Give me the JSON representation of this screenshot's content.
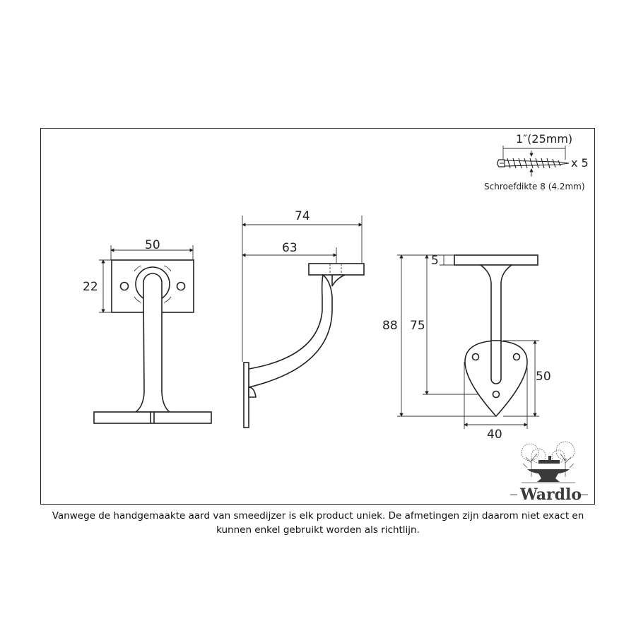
{
  "screw": {
    "length_label": "1″(25mm)",
    "quantity_label": "x 5",
    "gauge_label": "Schroefdikte 8 (4.2mm)"
  },
  "front_view": {
    "width_label": "50",
    "plate_height_label": "22"
  },
  "side_view": {
    "projection_label": "74",
    "center_label": "63"
  },
  "back_view": {
    "plate_thickness_label": "5",
    "total_height_label": "88",
    "center_height_label": "75",
    "leaf_height_label": "50",
    "leaf_width_label": "40"
  },
  "logo": {
    "brand": "Wardlo",
    "icon": "anvil-trees-logo-icon"
  },
  "disclaimer": {
    "line1": "Vanwege de handgemaakte aard van smeedijzer is elk product uniek. De afmetingen zijn daarom niet exact en",
    "line2": "kunnen enkel gebruikt worden als richtlijn."
  }
}
